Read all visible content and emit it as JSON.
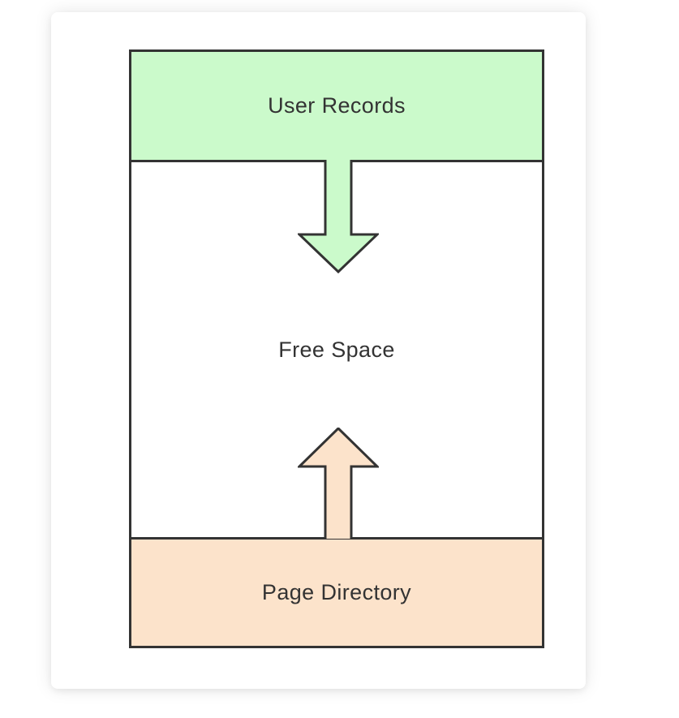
{
  "diagram": {
    "sections": [
      {
        "id": "user-records",
        "label": "User Records",
        "fill": "#cbfacb"
      },
      {
        "id": "free-space",
        "label": "Free Space",
        "fill": "#ffffff"
      },
      {
        "id": "page-directory",
        "label": "Page Directory",
        "fill": "#fce3cb"
      }
    ],
    "arrows": [
      {
        "name": "down-arrow",
        "direction": "down",
        "fill": "#cbfacb"
      },
      {
        "name": "up-arrow",
        "direction": "up",
        "fill": "#fce3cb"
      }
    ],
    "colors": {
      "border": "#333333",
      "text": "#333333",
      "card_background": "#ffffff",
      "page_background": "#ffffff"
    }
  }
}
